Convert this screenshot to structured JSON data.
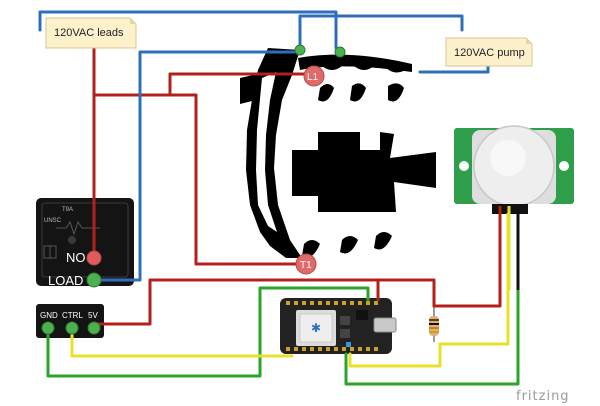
{
  "notes": {
    "leads": "120VAC leads",
    "pump": "120VAC pump"
  },
  "relay": {
    "rating": "T9A",
    "spec": "UNSC",
    "no_label": "NO",
    "load_label": "LOAD",
    "gnd_label": "GND",
    "ctrl_label": "CTRL",
    "v5_label": "5V"
  },
  "contactor": {
    "l1_label": "L1",
    "t1_label": "T1"
  },
  "watermark": "fritzing",
  "colors": {
    "red_wire": "#b3201c",
    "blue_wire": "#2f6fba",
    "green_wire": "#2aa52a",
    "yellow_wire": "#e8e02a",
    "note_fill": "#fdf1cc",
    "relay_body": "#141414",
    "pin_red": "#e05c5c",
    "pin_green": "#4caf50",
    "pir_board": "#2f9e4a",
    "photon_board": "#222222"
  }
}
